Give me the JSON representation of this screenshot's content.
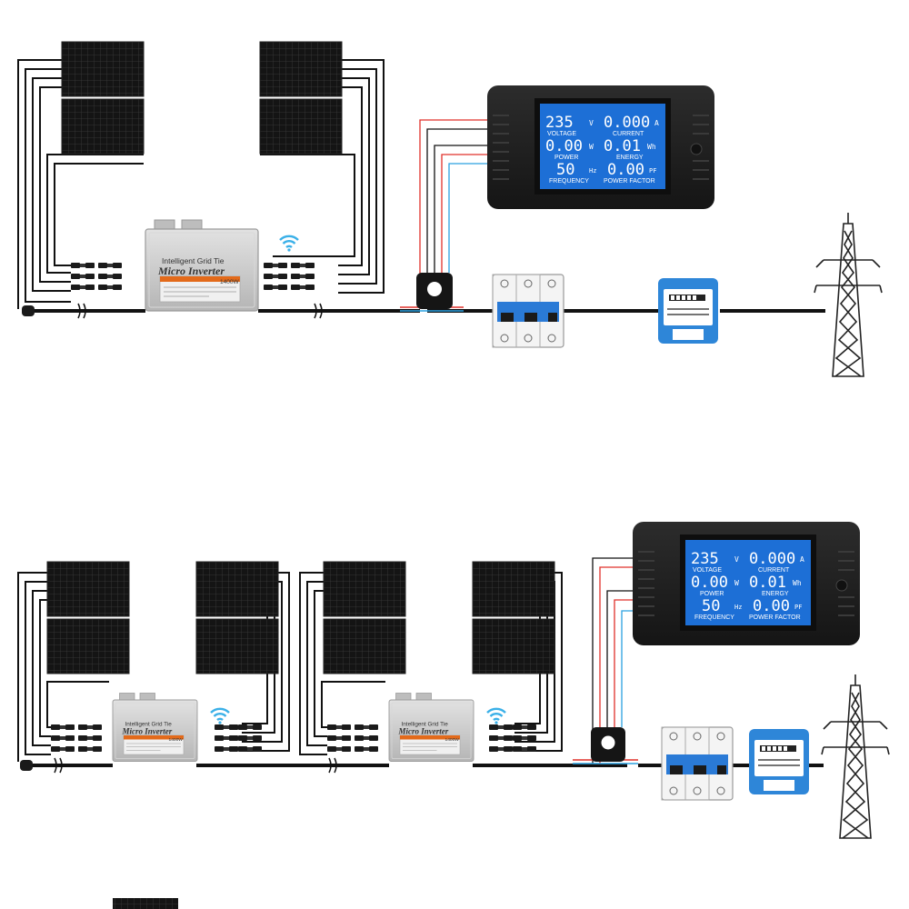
{
  "inverter": {
    "line1": "Intelligent Grid Tie",
    "line2": "Micro Inverter",
    "rating": "1400W"
  },
  "meter": {
    "voltage_value": "235",
    "voltage_unit": "V",
    "voltage_label": "VOLTAGE",
    "current_value": "0.000",
    "current_unit": "A",
    "current_label": "CURRENT",
    "power_value": "0.00",
    "power_unit": "W",
    "power_label": "POWER",
    "energy_value": "0.01",
    "energy_unit": "Wh",
    "energy_label": "ENERGY",
    "frequency_value": "50",
    "frequency_unit": "Hz",
    "frequency_label": "FREQUENCY",
    "pf_value": "0.00",
    "pf_unit": "PF",
    "pf_label": "POWER FACTOR"
  },
  "colors": {
    "panel": "#151515",
    "panel_grid": "#3a3a3a",
    "inverter_body": "#c8c8c8",
    "meter_case": "#202020",
    "lcd_bg": "#1d6fd6",
    "lcd_text": "#ffffff",
    "wire": "#111111",
    "wire_red": "#e0302a",
    "wire_blue": "#2aa0e0",
    "kwh_meter": "#2e86d8",
    "wifi": "#3ab0e8"
  },
  "icons": [
    "solar-panel-icon",
    "micro-inverter-icon",
    "wifi-icon",
    "power-meter-icon",
    "current-clamp-icon",
    "circuit-breaker-icon",
    "kwh-meter-icon",
    "transmission-tower-icon"
  ]
}
